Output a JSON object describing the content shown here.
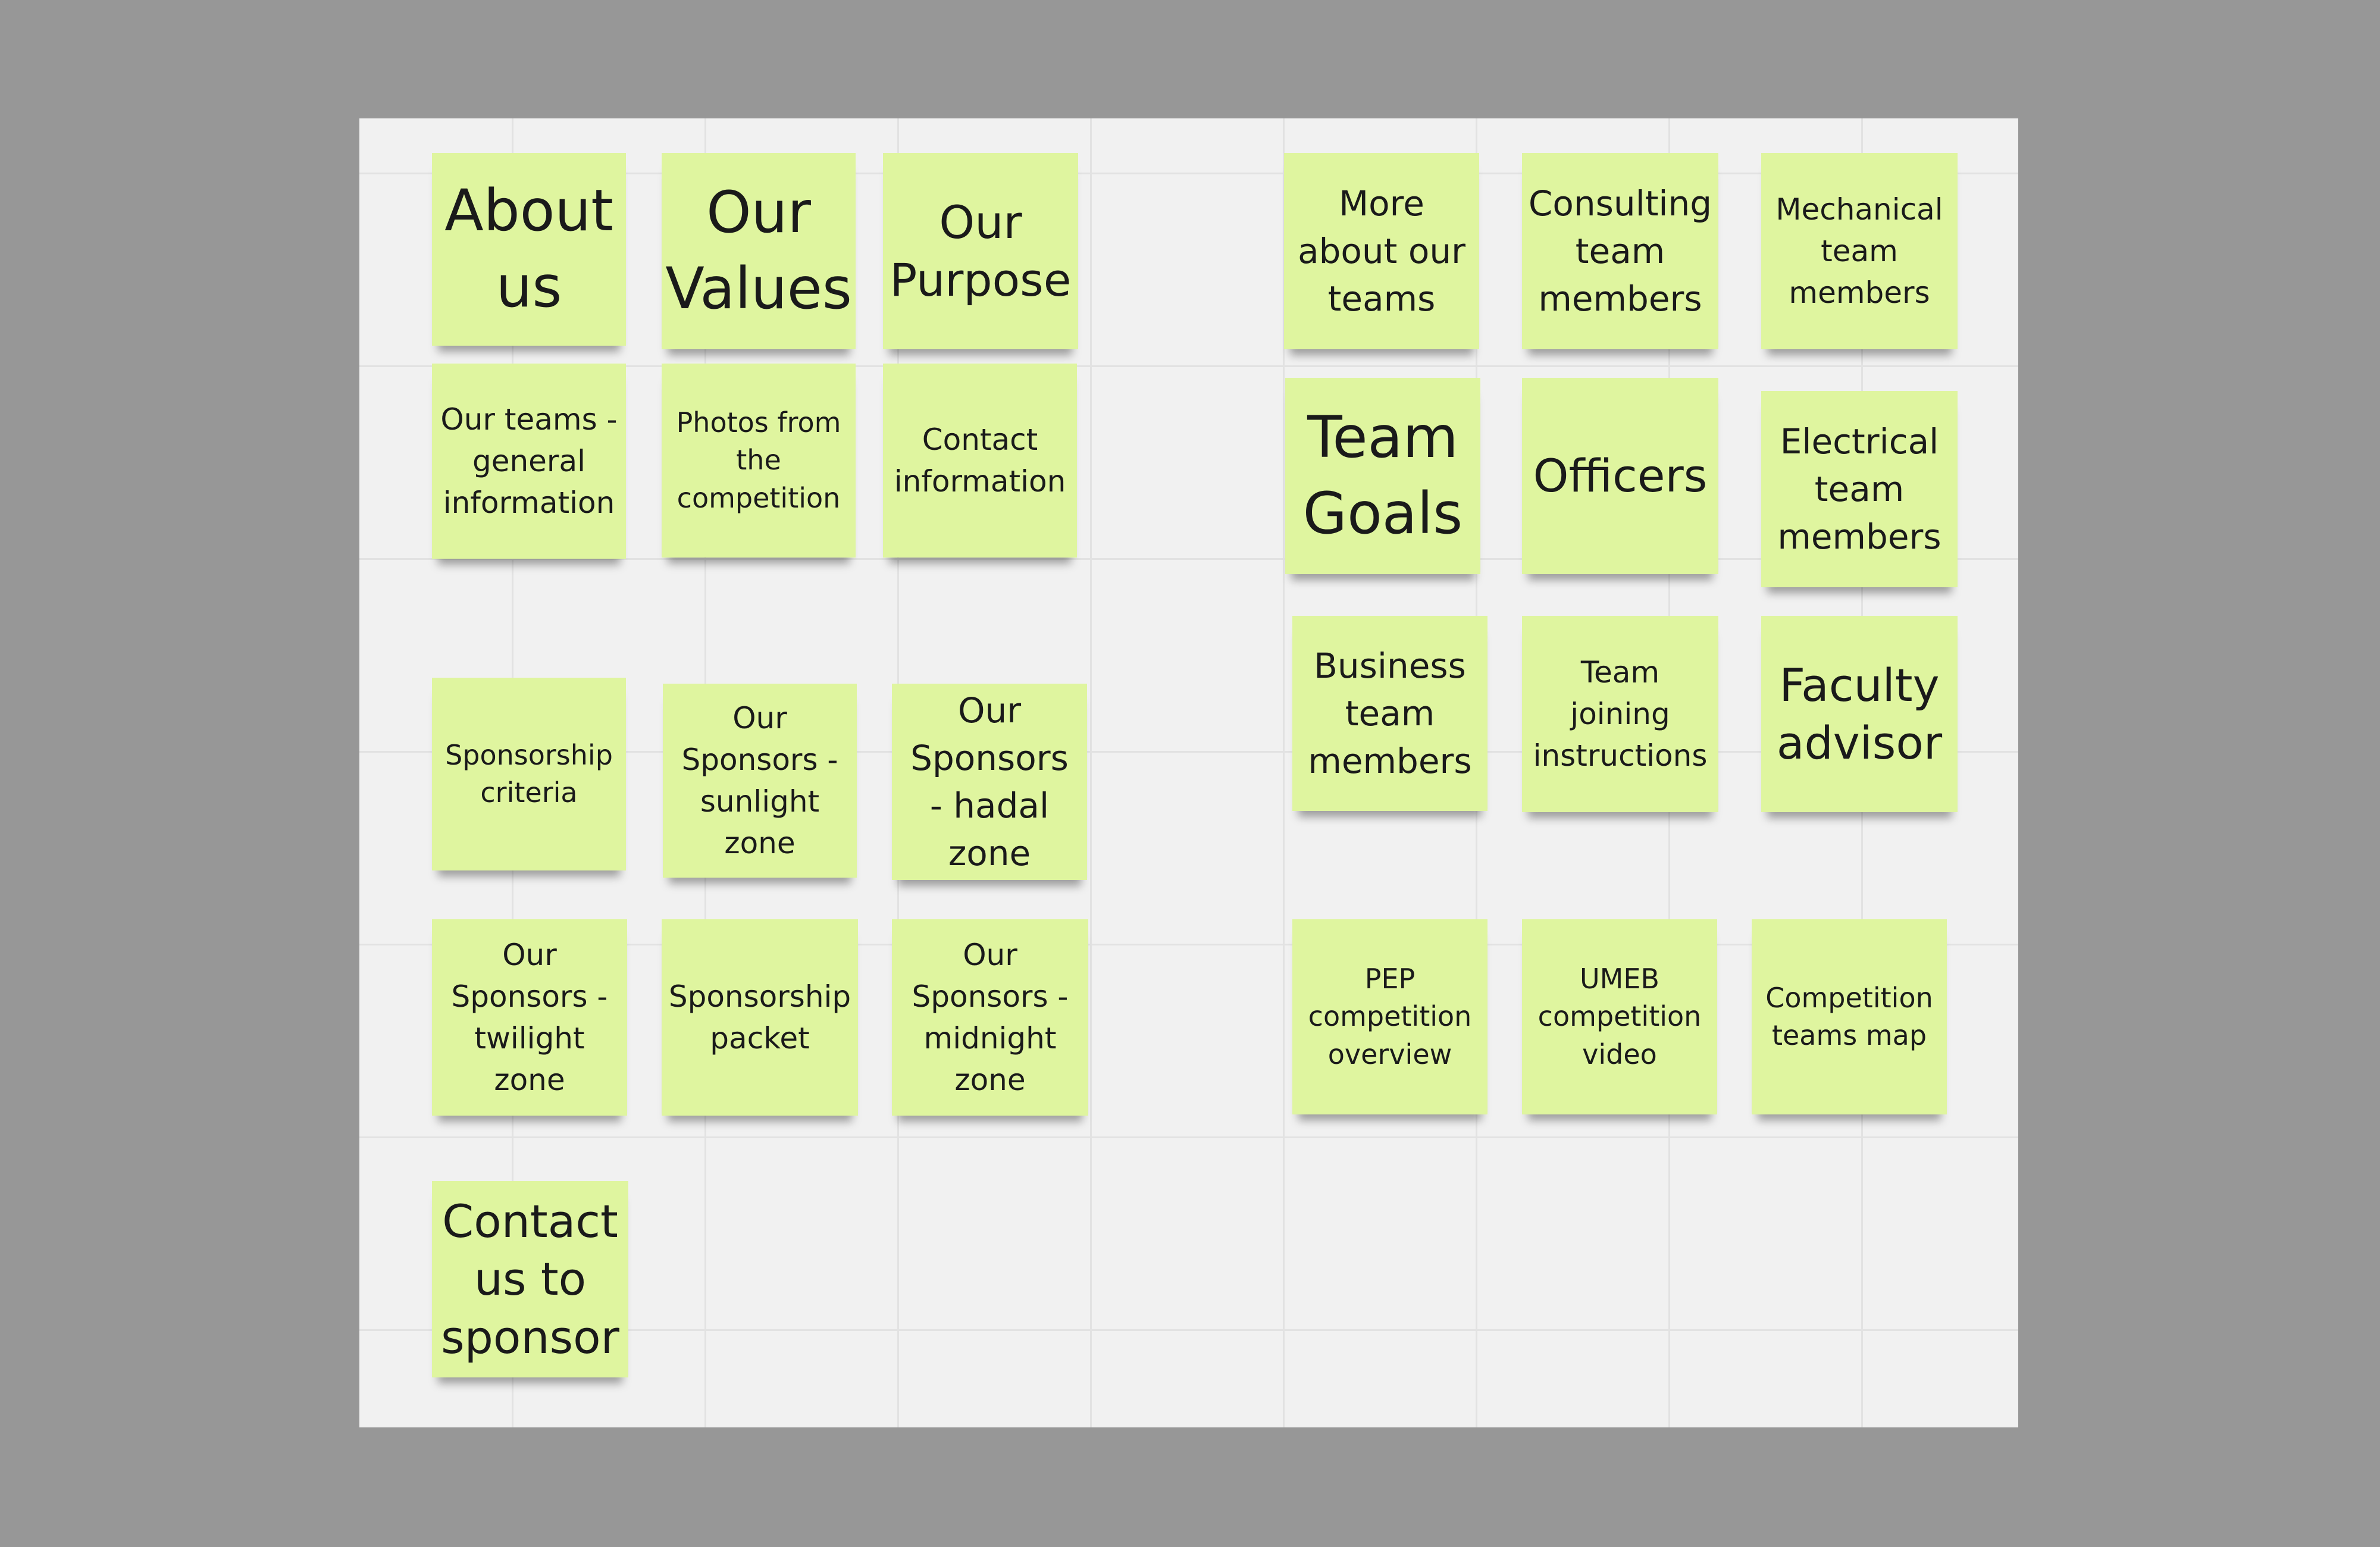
{
  "board": {
    "notes": {
      "about_us": "About us",
      "our_values": "Our Values",
      "our_purpose": "Our Purpose",
      "our_teams_general": "Our teams - general information",
      "photos_competition": "Photos from the competition",
      "contact_information": "Contact information",
      "sponsorship_criteria": "Sponsorship criteria",
      "sponsors_sunlight": "Our Sponsors - sunlight zone",
      "sponsors_hadal": "Our Sponsors - hadal zone",
      "sponsors_twilight": "Our Sponsors - twilight zone",
      "sponsorship_packet": "Sponsorship packet",
      "sponsors_midnight": "Our Sponsors - midnight zone",
      "contact_to_sponsor": "Contact us to sponsor",
      "more_about_teams": "More about our teams",
      "consulting_team": "Consulting team members",
      "mechanical_team": "Mechanical team members",
      "team_goals": "Team Goals",
      "officers": "Officers",
      "electrical_team": "Electrical team members",
      "business_team": "Business team members",
      "team_joining": "Team joining instructions",
      "faculty_advisor": "Faculty advisor",
      "pep_overview": "PEP competition overview",
      "umeb_video": "UMEB competition video",
      "competition_map": "Competition teams map"
    },
    "colors": {
      "background": "#979797",
      "board": "#f1f1f1",
      "grid": "#e2e2e2",
      "sticky_note": "#dff59f"
    }
  }
}
